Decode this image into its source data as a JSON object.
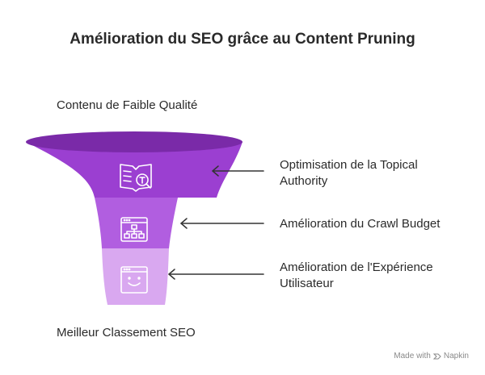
{
  "title": "Amélioration du SEO grâce au Content Pruning",
  "top_label": "Contenu de Faible Qualité",
  "bottom_label": "Meilleur Classement SEO",
  "stages": [
    {
      "icon": "book-search-icon",
      "label_line1": "Optimisation de la Topical",
      "label_line2": "Authority"
    },
    {
      "icon": "sitemap-window-icon",
      "label_line1": "Amélioration du Crawl Budget",
      "label_line2": ""
    },
    {
      "icon": "smiley-window-icon",
      "label_line1": "Amélioration de l'Expérience",
      "label_line2": "Utilisateur"
    }
  ],
  "colors": {
    "stage1": "#9b3fd1",
    "stage1_rim": "#7a2aa8",
    "stage2": "#b15ee0",
    "stage3": "#d9a8f0",
    "arrow": "#333333"
  },
  "footer": {
    "made_with": "Made with",
    "brand": "Napkin"
  }
}
